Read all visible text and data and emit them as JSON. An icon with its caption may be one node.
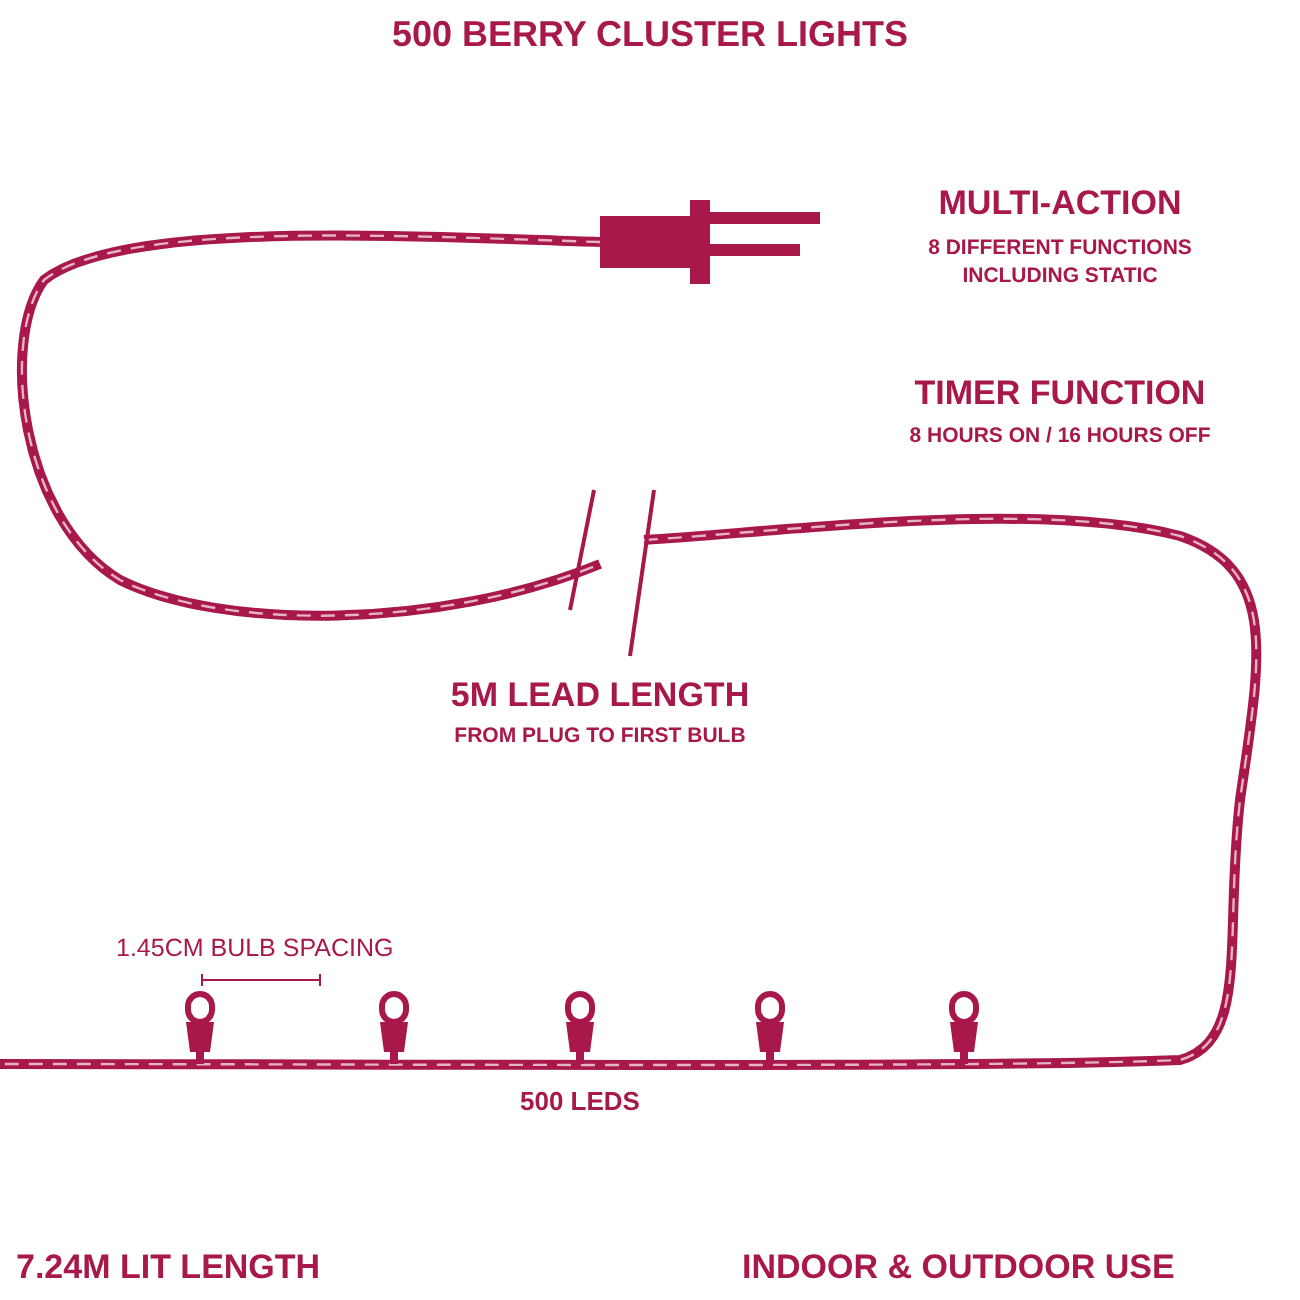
{
  "diagram": {
    "title": "500 BERRY CLUSTER LIGHTS",
    "labels": [
      "MULTI-ACTION",
      "8 DIFFERENT FUNCTIONS INCLUDING STATIC",
      "TIMER FUNCTION",
      "8 HOURS ON / 16 HOURS OFF",
      "5M LEAD LENGTH",
      "FROM PLUG TO FIRST BULB",
      "1.45CM BULB SPACING",
      "500 LEDS",
      "7.24M LIT LENGTH",
      "INDOOR & OUTDOOR USE"
    ]
  }
}
